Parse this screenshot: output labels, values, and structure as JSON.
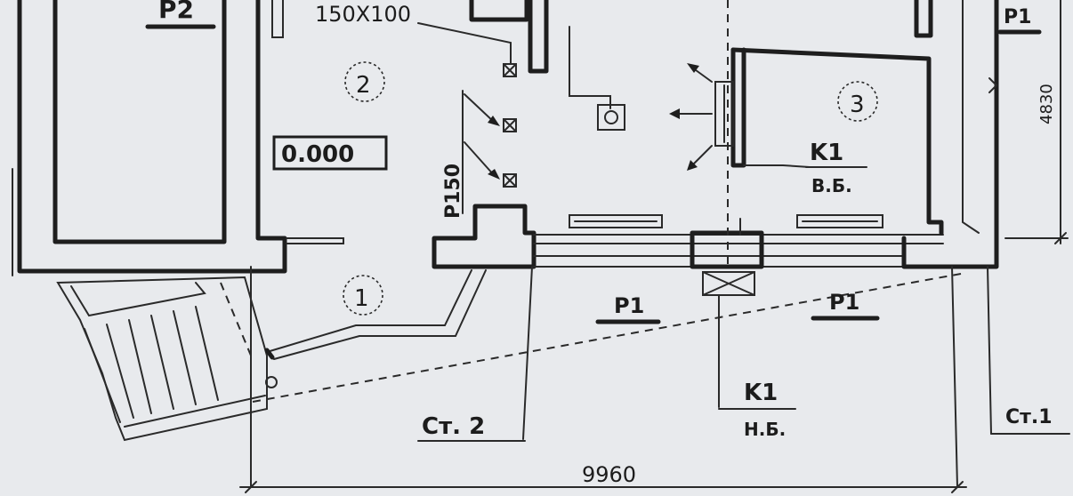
{
  "labels": {
    "p2": "P2",
    "p1_top_right": "P1",
    "duct_size": "150X100",
    "p150": "P150",
    "room_1": "1",
    "room_2": "2",
    "room_3": "3",
    "level": "0.000",
    "k1_upper": "K1",
    "k1_upper_sub": "В.Б.",
    "k1_lower": "K1",
    "k1_lower_sub": "Н.Б.",
    "p1_left": "P1",
    "p1_right": "P1",
    "st2": "Ст. 2",
    "st1": "Ст.1",
    "dim_width": "9960",
    "dim_height": "4830"
  }
}
